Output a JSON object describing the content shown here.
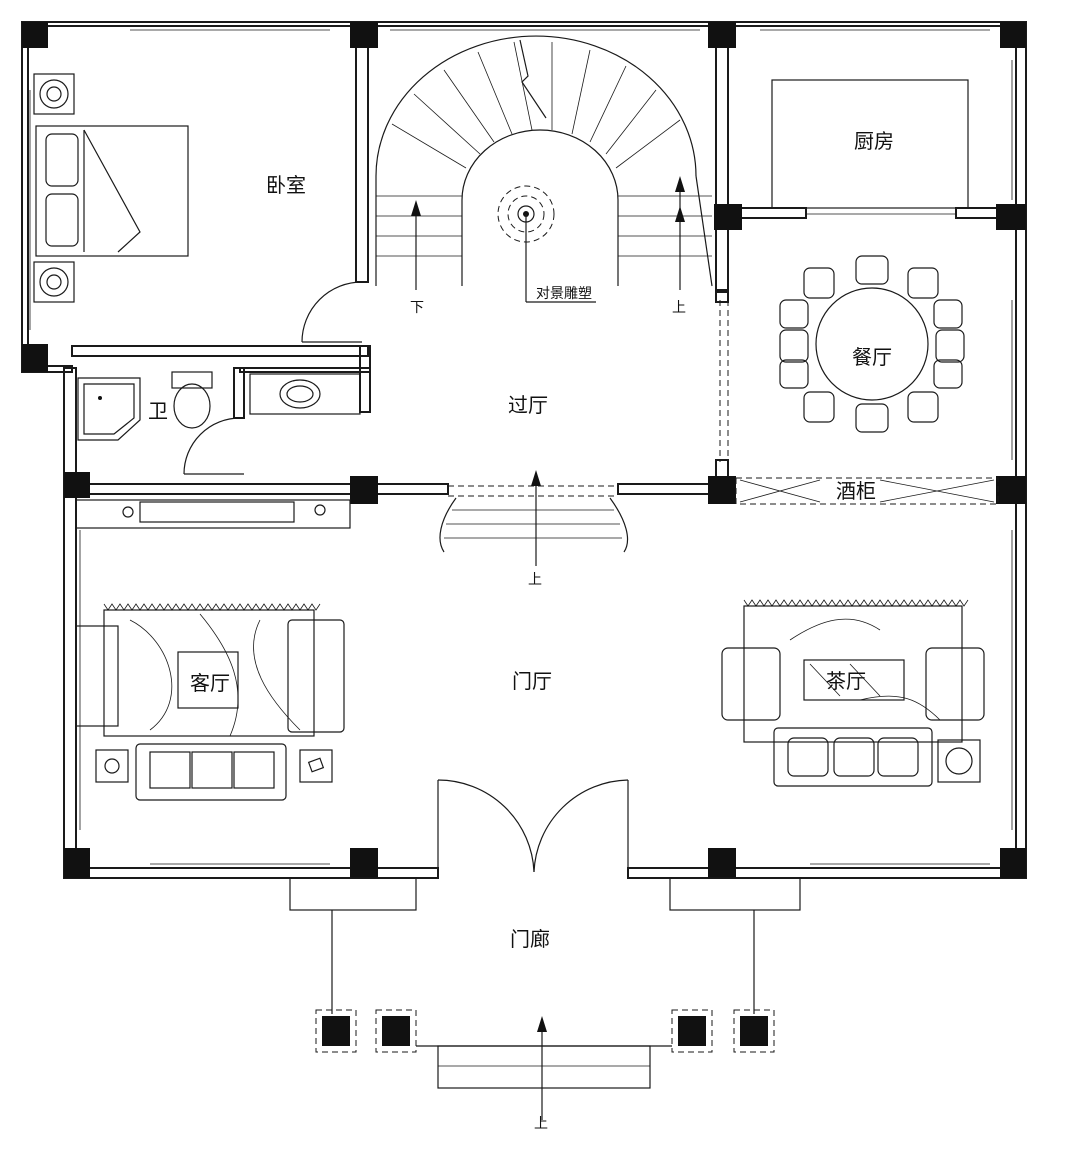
{
  "labels": {
    "bedroom": "卧室",
    "kitchen": "厨房",
    "dining": "餐厅",
    "hall": "过厅",
    "bath": "卫",
    "sculpture": "对景雕塑",
    "wine_cabinet": "酒柜",
    "living": "客厅",
    "foyer": "门厅",
    "tea_room": "茶厅",
    "porch": "门廊",
    "stair_down": "下",
    "stair_up": "上"
  }
}
